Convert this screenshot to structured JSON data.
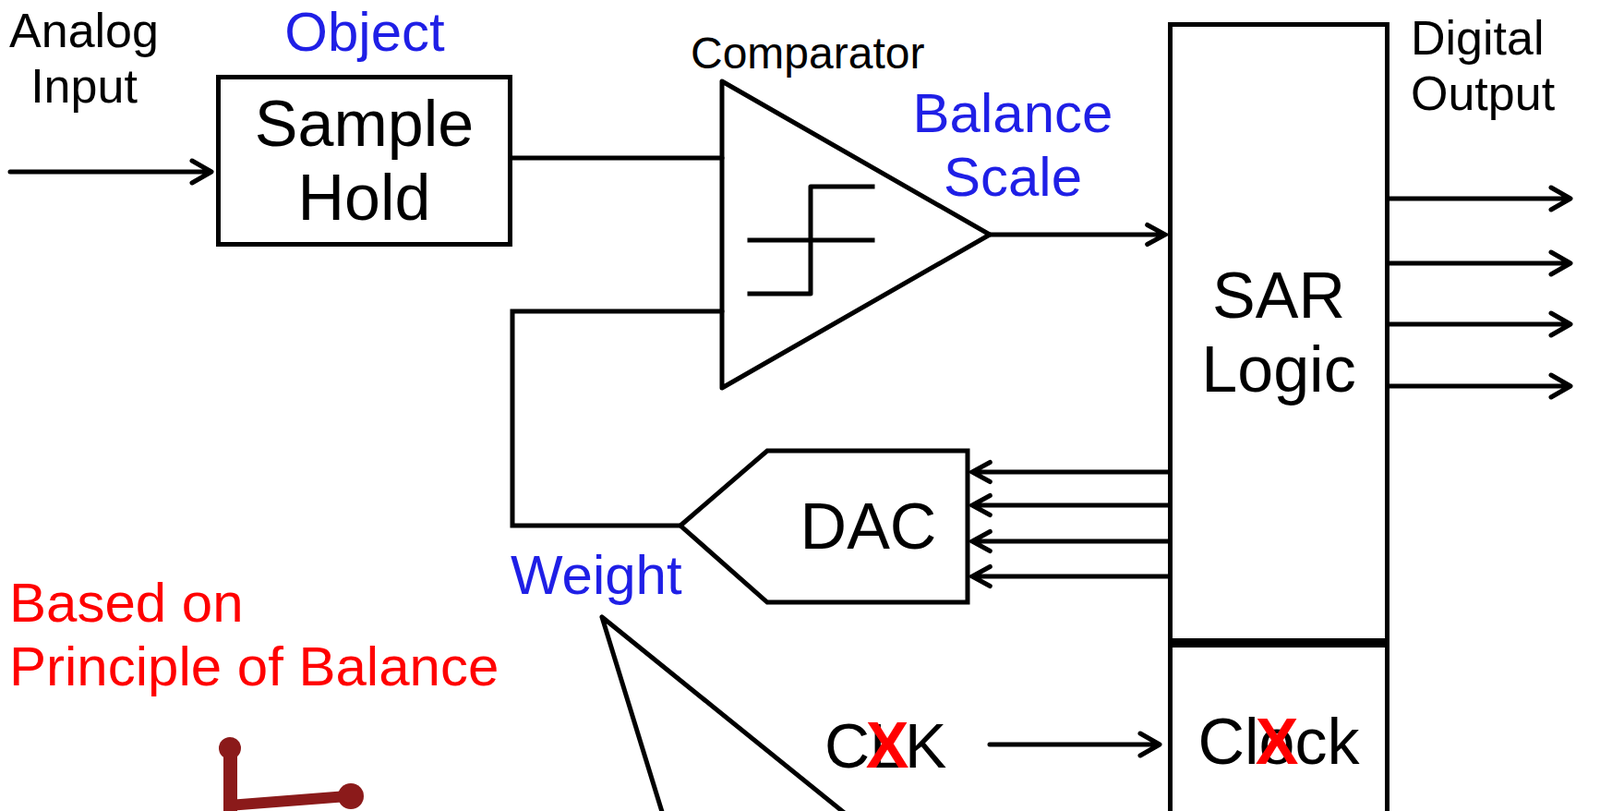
{
  "diagram": {
    "nodes": [
      {
        "text": [
          "Sample Hold"
        ]
      },
      {
        "text": [
          "Comparator"
        ]
      },
      {
        "text": [
          "SAR Logic"
        ]
      },
      {
        "text": [
          "DAC"
        ]
      },
      {
        "text": [
          "Clock"
        ]
      }
    ],
    "edges": [
      {
        "from": 0,
        "to": 1,
        "arrow": "none"
      },
      {
        "from": 1,
        "to": 2,
        "arrow": "to"
      },
      {
        "from": 2,
        "to": 3,
        "arrow": "to"
      },
      {
        "from": 3,
        "to": 1,
        "arrow": "none"
      }
    ],
    "labels": [
      "Analog Input",
      "Object",
      "Balance Scale",
      "Digital Output",
      "Weight",
      "Based on Principle of Balance",
      "CLK",
      "X",
      "X"
    ]
  }
}
